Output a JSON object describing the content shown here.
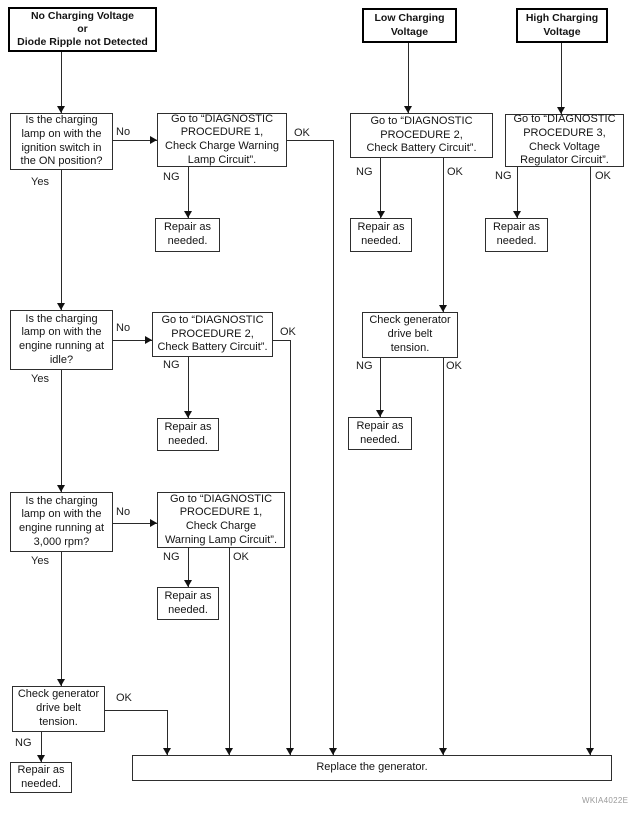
{
  "entry_points": {
    "no_charging": "No Charging Voltage\nor\nDiode Ripple not Detected",
    "low_charging": "Low Charging\nVoltage",
    "high_charging": "High Charging\nVoltage"
  },
  "questions": {
    "lamp_ignition_on": "Is the charging\nlamp on with the\nignition switch in\nthe ON position?",
    "lamp_engine_idle": "Is the charging\nlamp on with the\nengine running at\nidle?",
    "lamp_engine_3000rpm": "Is the charging\nlamp on with the\nengine running at\n3,000 rpm?"
  },
  "procedures": {
    "proc1_warning_lamp": "Go to “DIAGNOSTIC\nPROCEDURE 1,\nCheck Charge Warning\nLamp Circuit”.",
    "proc1_warning_lamp_alt": "Go to “DIAGNOSTIC\nPROCEDURE 1,\nCheck Charge\nWarning Lamp Circuit”.",
    "proc2_battery": "Go to “DIAGNOSTIC\nPROCEDURE 2,\nCheck Battery Circuit”.",
    "proc3_voltage_regulator": "Go to “DIAGNOSTIC\nPROCEDURE 3,\nCheck Voltage\nRegulator Circuit”."
  },
  "actions": {
    "repair": "Repair as\nneeded.",
    "check_belt": "Check generator\ndrive belt\ntension.",
    "replace_generator": "Replace the generator."
  },
  "labels": {
    "yes": "Yes",
    "no": "No",
    "ng": "NG",
    "ok": "OK"
  },
  "figure_code": "WKIA4022E"
}
